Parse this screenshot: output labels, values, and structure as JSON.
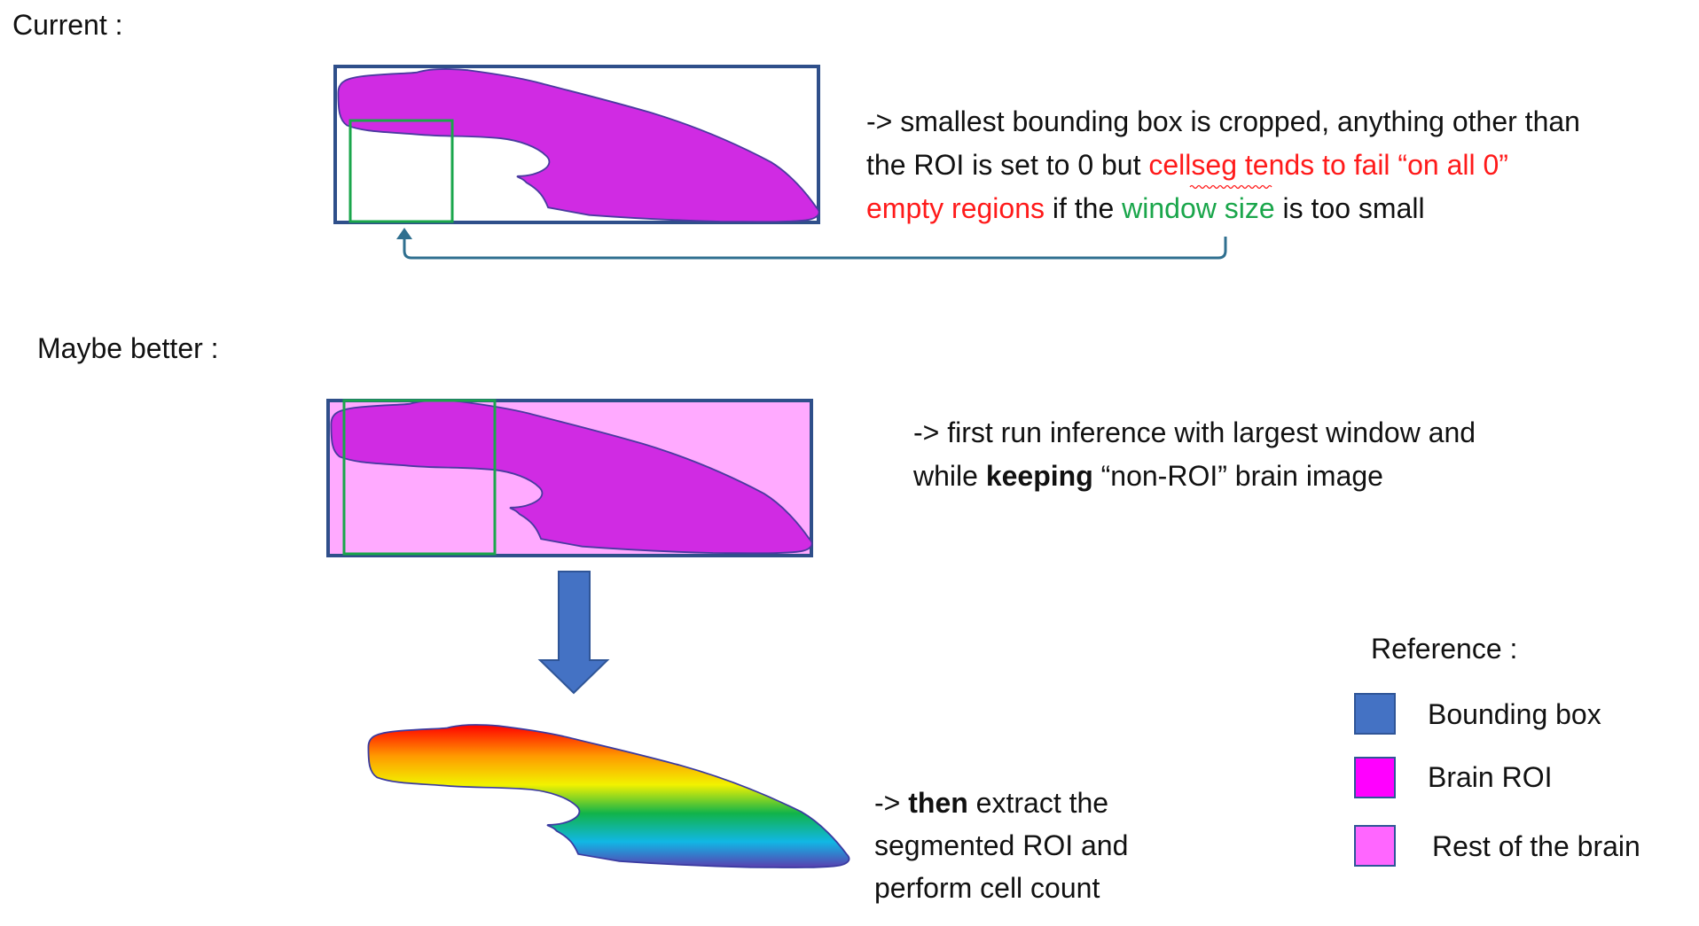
{
  "colors": {
    "bounding_box": "#4472c4",
    "box_border": "#2f4f8a",
    "brain_roi": "#d02be3",
    "brain_roi_legend": "#ff00ff",
    "rest_of_brain": "#ffaaff",
    "rest_of_brain_legend": "#ff66ff",
    "window": "#1aa64b",
    "highlight_red": "#ff1a1a",
    "highlight_green": "#1aa64b",
    "connector": "#2f6f8f"
  },
  "sections": {
    "current": {
      "heading": "Current :",
      "text_lines": [
        [
          {
            "t": "-> smallest bounding box is cropped, anything other than"
          }
        ],
        [
          {
            "t": "the ROI is set to 0 but "
          },
          {
            "t": "cellseg",
            "c": "red",
            "squiggle": true
          },
          {
            "t": " tends to fail “on all 0”",
            "c": "red"
          }
        ],
        [
          {
            "t": "empty regions",
            "c": "red"
          },
          {
            "t": " if the "
          },
          {
            "t": "window size",
            "c": "green"
          },
          {
            "t": " is too small"
          }
        ]
      ]
    },
    "better": {
      "heading": "Maybe better :",
      "text_lines": [
        [
          {
            "t": "-> first run inference with largest window and"
          }
        ],
        [
          {
            "t": "while "
          },
          {
            "t": "keeping",
            "b": true
          },
          {
            "t": " “non-ROI” brain image"
          }
        ]
      ]
    },
    "result": {
      "text_lines": [
        [
          {
            "t": "-> "
          },
          {
            "t": "then",
            "b": true
          },
          {
            "t": " extract the"
          }
        ],
        [
          {
            "t": "segmented ROI and"
          }
        ],
        [
          {
            "t": "perform cell count"
          }
        ]
      ]
    }
  },
  "legend": {
    "title": "Reference :",
    "items": [
      {
        "label": "Bounding box",
        "color_key": "bounding_box"
      },
      {
        "label": "Brain ROI",
        "color_key": "brain_roi_legend"
      },
      {
        "label": "Rest of the brain",
        "color_key": "rest_of_brain_legend"
      }
    ]
  }
}
